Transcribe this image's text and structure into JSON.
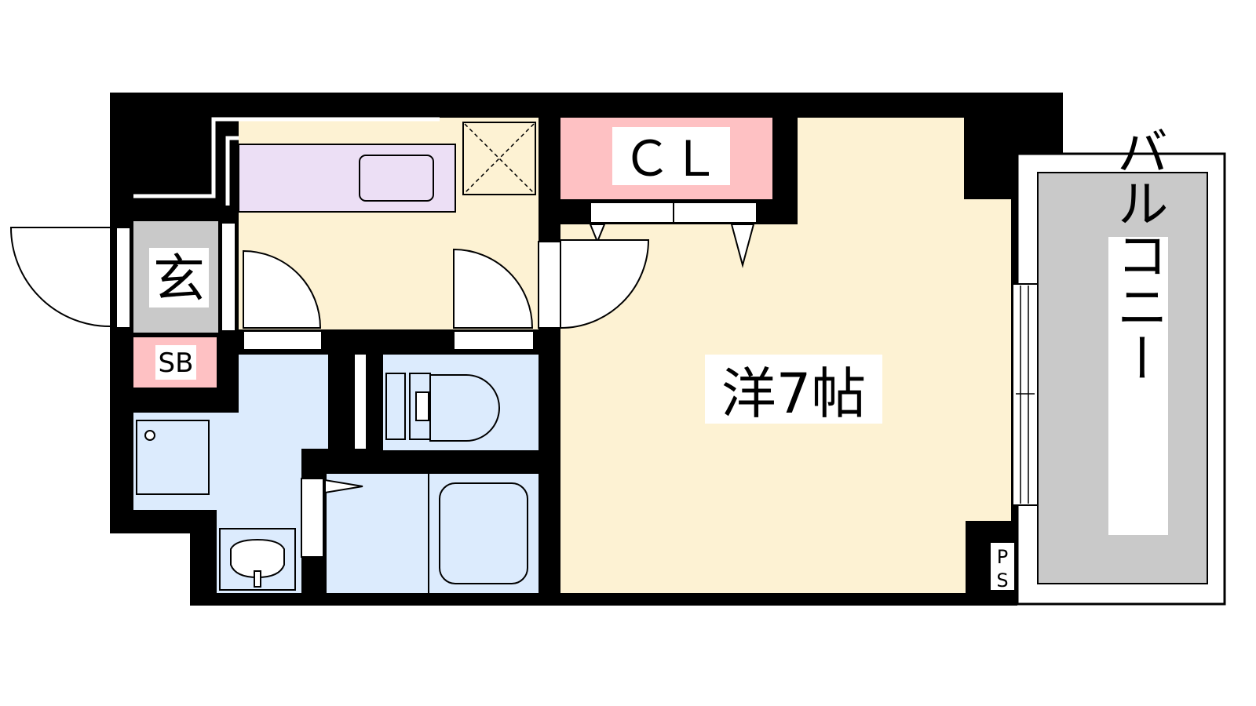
{
  "labels": {
    "entrance": "玄",
    "shoe_box": "SB",
    "closet": "ＣＬ",
    "room": "洋7帖",
    "balcony": "バルコニー",
    "pipe_space_p": "P",
    "pipe_space_s": "S"
  },
  "colors": {
    "wall": "#000000",
    "room_floor": "#fdf2d3",
    "kitchen_counter": "#ecdff5",
    "closet": "#fec1c3",
    "shoe_box": "#fec1c3",
    "wet_area": "#dcebfd",
    "entrance_floor": "#c9c9c9",
    "balcony": "#c9c9c9",
    "label_bg": "#ffffff"
  }
}
